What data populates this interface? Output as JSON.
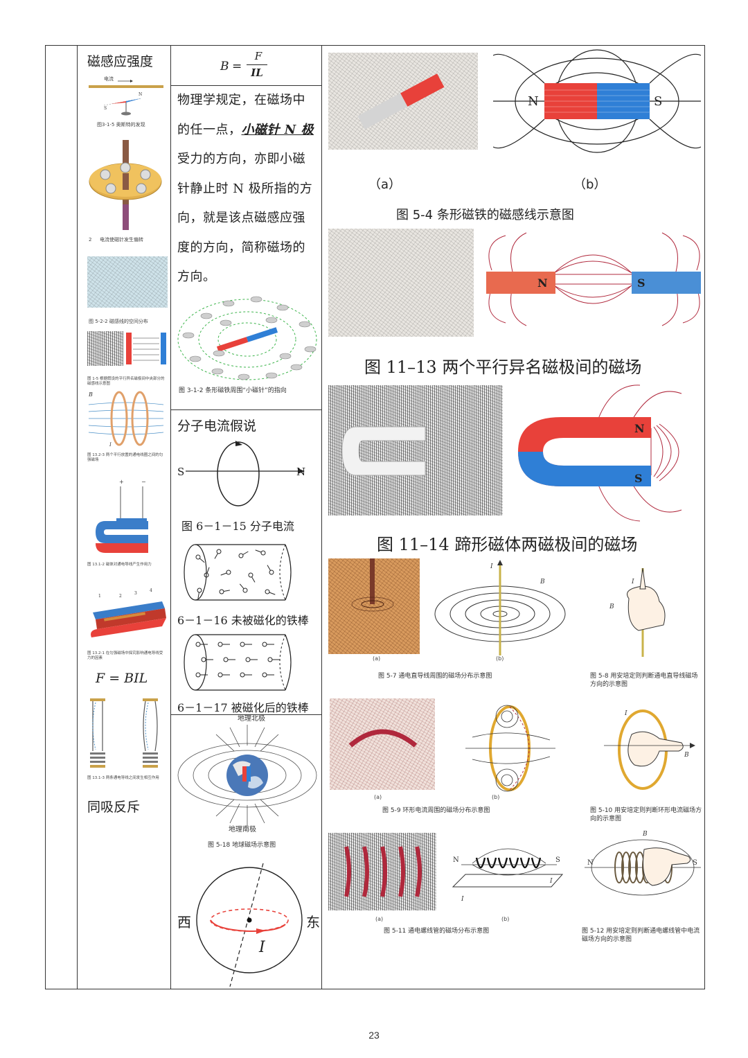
{
  "col1": {
    "title": "磁感应强度",
    "cap_oersted": "图3-1-5 奥斯特的发现",
    "cap_current_label": "电流",
    "cap_deflect": "电流使磁针发生偏转",
    "cap_deflect_num": "2",
    "cap_space": "图 5-2-2 磁感线的空间分布",
    "cap_parallel": "图 1-5 根据假设的平行异名磁极间中央部分的磁感线示意图",
    "cap_helmholtz": "图 13.2-3 两个平行放置的通电线圈之间的匀强磁场",
    "cap_force": "图 13.1-2 磁体对通电导线产生作用力",
    "cap_exp": "图 13.2-1 在匀强磁场中探究影响通电导线受力的因素",
    "formula_force": "F = BIL",
    "cap_wires": "图 13.1-3 两条通电导线之间发生相互作用",
    "note": "同吸反斥",
    "label_B": "B",
    "label_I": "I",
    "plus": "+",
    "minus": "−",
    "nums": [
      "1",
      "2",
      "3",
      "4"
    ]
  },
  "col2": {
    "formula_B": "B",
    "formula_eq": "=",
    "formula_num": "F",
    "formula_den": "IL",
    "desc_pre": "物理学规定，在磁场中的任一点，",
    "desc_em": "小磁针 N 极",
    "desc_post": "受力的方向，亦即小磁针静止时 N 极所指的方向，就是该点磁感应强度的方向，简称磁场的方向。",
    "cap_needles": "图 3-1-2 条形磁铁周围“小磁针”的指向",
    "molecular_title": "分子电流假说",
    "label_S": "S",
    "label_N": "N",
    "cap_615": "图 6－1－15 分子电流",
    "cap_616": "6－1－16 未被磁化的铁棒",
    "cap_617": "6－1－17 被磁化后的铁棒",
    "geo_north": "地理北极",
    "geo_south": "地理南极",
    "cap_earth": "图 5-18 地球磁场示意图",
    "west": "西",
    "east": "东",
    "current_I": "I"
  },
  "col3": {
    "label_a": "（a）",
    "label_b": "（b）",
    "cap_54": "图 5-4 条形磁铁的磁感线示意图",
    "cap_1113": "图 11–13 两个平行异名磁极间的磁场",
    "cap_1114": "图 11–14 蹄形磁体两磁极间的磁场",
    "cap_57": "图 5-7 通电直导线周围的磁场分布示意图",
    "cap_58": "图 5-8 用安培定则判断通电直导线磁场方向的示意图",
    "cap_59": "图 5-9 环形电流周围的磁场分布示意图",
    "cap_510": "图 5-10 用安培定则判断环形电流磁场方向的示意图",
    "cap_511": "图 5-11 通电螺线管的磁场分布示意图",
    "cap_512": "图 5-12 用安培定则判断通电螺线管中电流磁场方向的示意图",
    "small_a": "(a)",
    "small_b": "(b)",
    "N": "N",
    "S": "S",
    "B": "B",
    "I": "I"
  },
  "page_number": "23",
  "colors": {
    "red_pole": "#e8413a",
    "blue_pole": "#2f7fd6",
    "field_line_red": "#b0283c",
    "needle_green": "#3cb44b"
  }
}
